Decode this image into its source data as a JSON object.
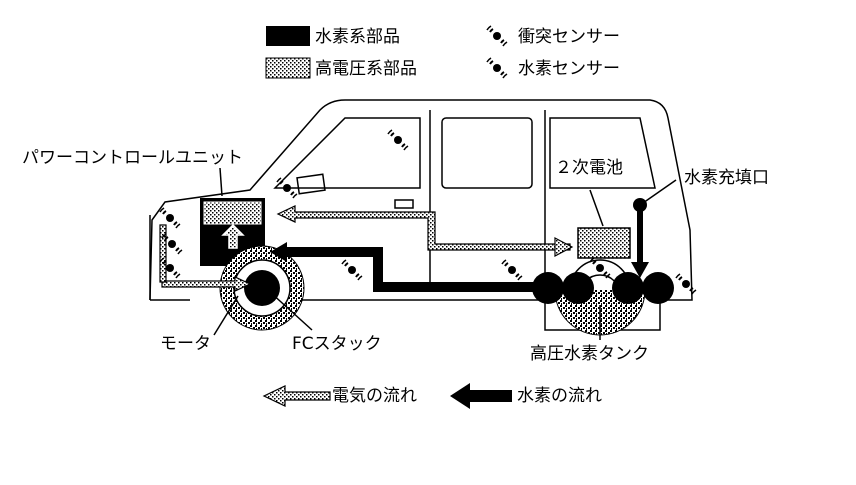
{
  "legend": {
    "hydrogen_parts": "水素系部品",
    "high_voltage_parts": "高電圧系部品",
    "collision_sensor": "衝突センサー",
    "hydrogen_sensor": "水素センサー"
  },
  "labels": {
    "power_control_unit": "パワーコントロールユニット",
    "secondary_battery": "２次電池",
    "hydrogen_filler": "水素充填口",
    "motor": "モータ",
    "fc_stack": "FCスタック",
    "hp_hydrogen_tank": "高圧水素タンク"
  },
  "flow_legend": {
    "electricity_flow": "電気の流れ",
    "hydrogen_flow": "水素の流れ"
  },
  "colors": {
    "ink": "#000000",
    "paper": "#ffffff"
  }
}
